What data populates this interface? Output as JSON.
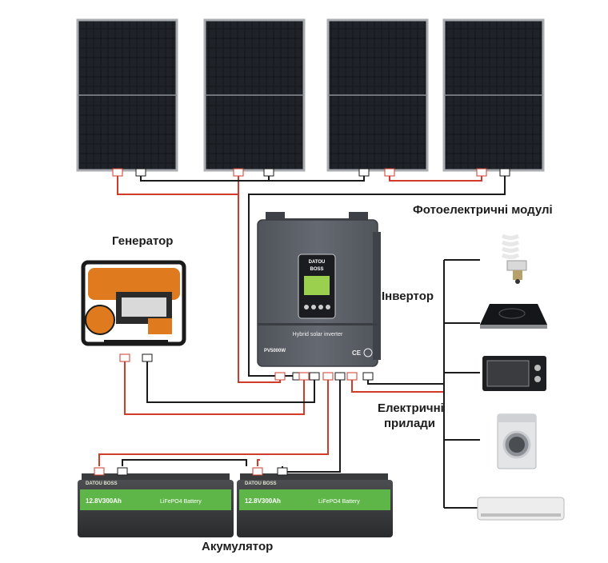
{
  "labels": {
    "pv_modules": "Фотоелектричні модулі",
    "generator": "Генератор",
    "inverter": "Інвертор",
    "appliances_line1": "Електричні",
    "appliances_line2": "прилади",
    "battery": "Акумулятор"
  },
  "inverter": {
    "brand_line1": "DATOU",
    "brand_line2": "BOSS",
    "product_name": "Hybrid solar inverter",
    "model": "PV5000W",
    "cert": "CE"
  },
  "battery": {
    "brand": "DATOU BOSS",
    "voltage_capacity": "12.8V300Ah",
    "chemistry": "LiFePO4 Battery"
  },
  "terminals": {
    "positive": "+",
    "negative": "−"
  },
  "colors": {
    "positive_wire": "#d23a2a",
    "negative_wire": "#1a1a1a",
    "panel": "#15171b",
    "inverter_body": "#5a5e66",
    "battery_green": "#5fb648",
    "generator_orange": "#e07a1f"
  },
  "appliances": [
    "cfl-bulb",
    "induction-cooktop",
    "toaster-oven",
    "washing-machine",
    "air-conditioner"
  ]
}
